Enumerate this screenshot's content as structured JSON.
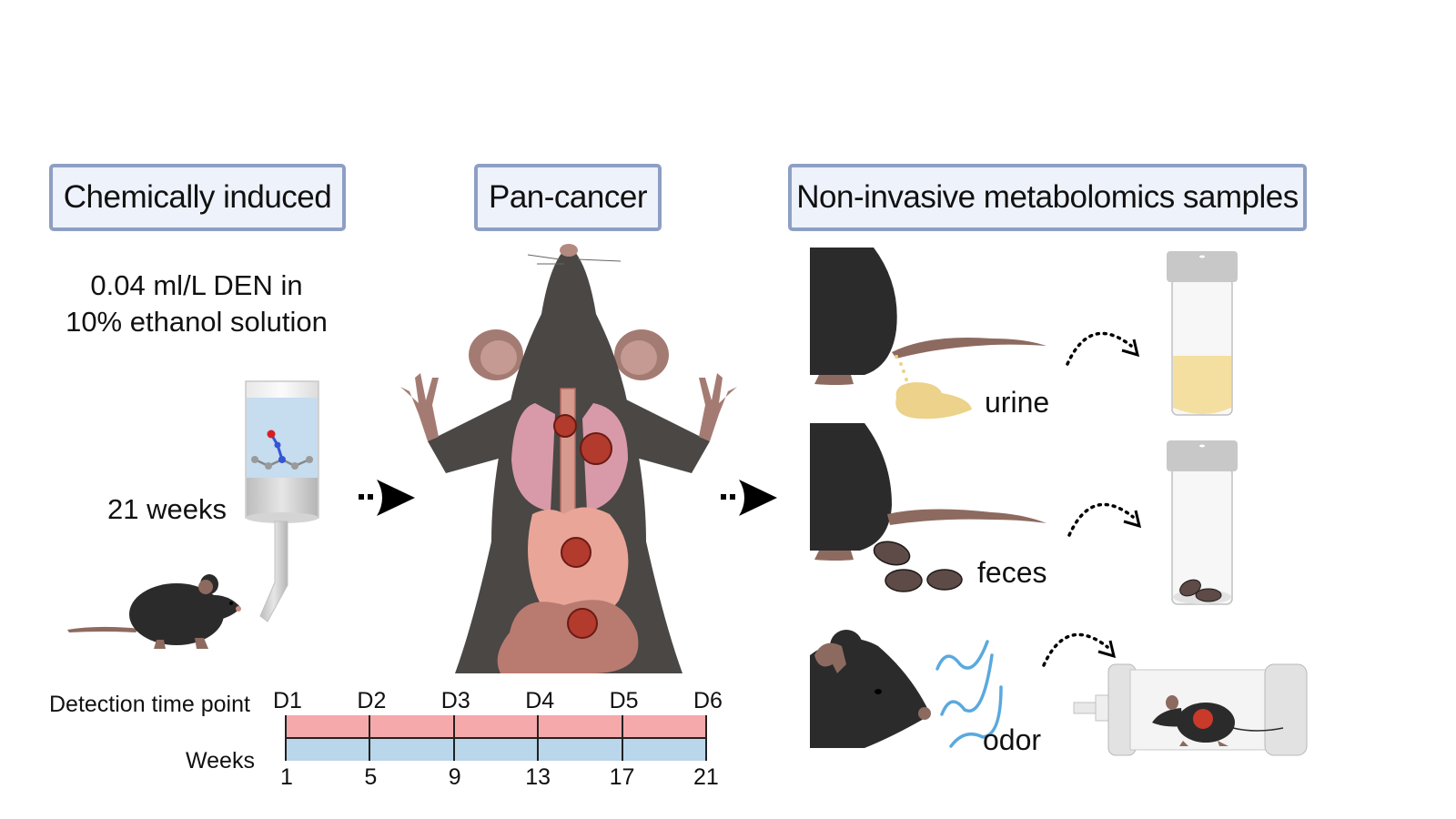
{
  "panels": {
    "chemically_induced": {
      "title": "Chemically induced",
      "dose_line1": "0.04 ml/L DEN in",
      "dose_line2": "10% ethanol solution",
      "duration": "21 weeks"
    },
    "pan_cancer": {
      "title": "Pan-cancer"
    },
    "samples": {
      "title": "Non-invasive metabolomics samples",
      "items": [
        {
          "label": "urine"
        },
        {
          "label": "feces"
        },
        {
          "label": "odor"
        }
      ]
    }
  },
  "timeline": {
    "row1_label": "Detection time point",
    "row2_label": "Weeks",
    "detection_points": [
      "D1",
      "D2",
      "D3",
      "D4",
      "D5",
      "D6"
    ],
    "weeks": [
      "1",
      "5",
      "9",
      "13",
      "17",
      "21"
    ],
    "colors": {
      "detection_bar": "#f6a9aa",
      "weeks_bar": "#b9d6ea"
    }
  },
  "colors": {
    "title_border": "#8e9fc4",
    "title_fill": "#eef2fa",
    "mouse_fur": "#2b2b2b",
    "mouse_skin": "#8d6a5f",
    "tumor": "#b23b2e",
    "urine": "#ecd28a",
    "odor": "#5aa9df"
  }
}
